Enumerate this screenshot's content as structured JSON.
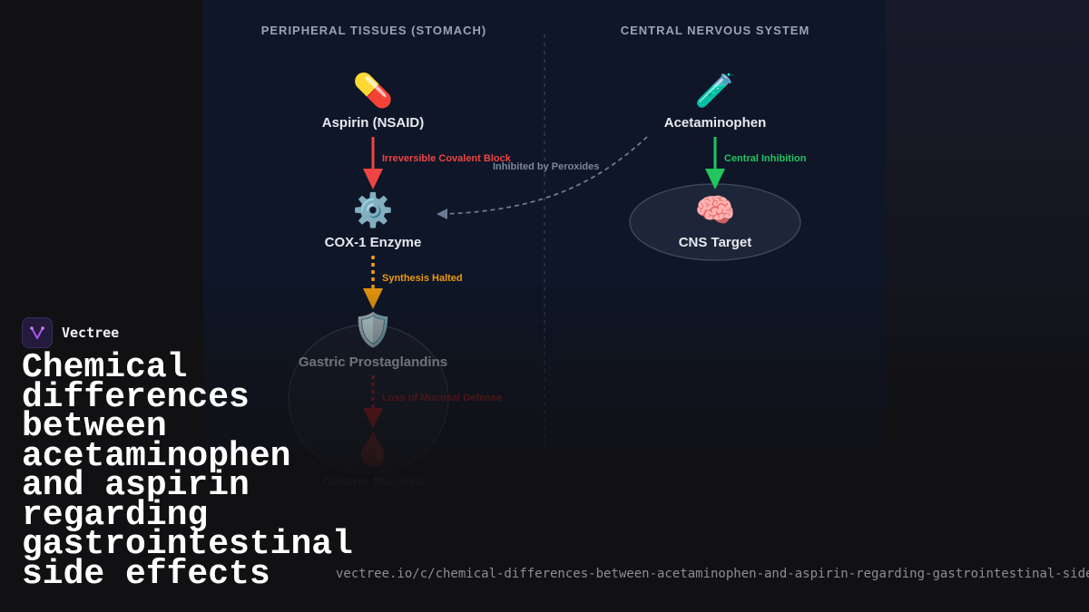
{
  "diagram": {
    "left_column_title": "PERIPHERAL TISSUES (STOMACH)",
    "right_column_title": "CENTRAL NERVOUS SYSTEM",
    "nodes": {
      "aspirin": {
        "label": "Aspirin (NSAID)",
        "icon": "💊"
      },
      "cox1": {
        "label": "COX-1 Enzyme",
        "icon": "⚙️"
      },
      "prostaglandins": {
        "label": "Gastric Prostaglandins",
        "icon": "🛡️"
      },
      "mucosa": {
        "label": "Gastric Mucosa",
        "icon": "🩸"
      },
      "acetaminophen": {
        "label": "Acetaminophen",
        "icon": "🧪"
      },
      "cns": {
        "label": "CNS Target",
        "icon": "🧠"
      }
    },
    "edges": {
      "covalent_block": {
        "label": "Irreversible Covalent Block",
        "color": "#ef4444"
      },
      "synthesis_halted": {
        "label": "Synthesis Halted",
        "color": "#f59e0b"
      },
      "mucosal_defense": {
        "label": "Loss of Mucosal Defense",
        "color": "#b91c1c"
      },
      "peroxides": {
        "label": "Inhibited by Peroxides",
        "color": "#64748b"
      },
      "central_inhibition": {
        "label": "Central Inhibition",
        "color": "#22c55e"
      }
    }
  },
  "brand": {
    "name": "Vectree"
  },
  "headline": "Chemical differences between acetaminophen and aspirin regarding gastrointestinal side effects",
  "url": "vectree.io/c/chemical-differences-between-acetaminophen-and-aspirin-regarding-gastrointestinal-side-effects"
}
